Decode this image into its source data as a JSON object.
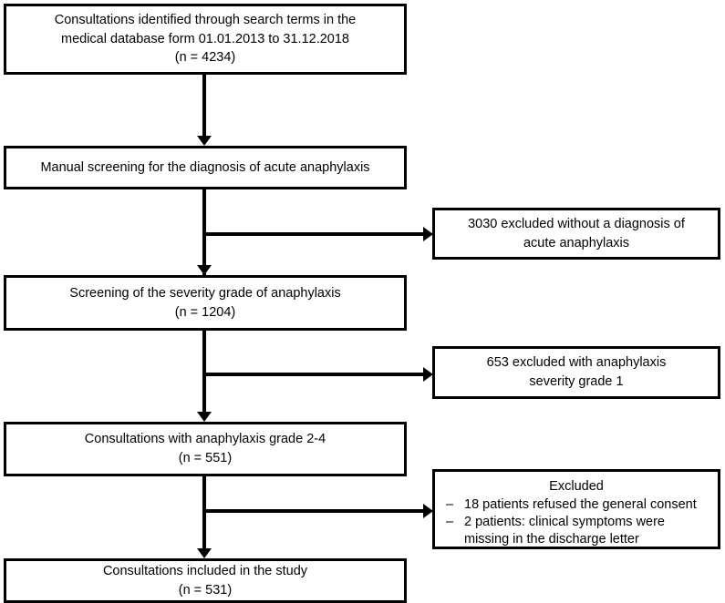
{
  "diagram": {
    "title": "Study participant flow diagram",
    "type": "flowchart",
    "line_color": "#000000",
    "background_color": "#ffffff",
    "main_nodes": [
      {
        "id": "identified",
        "lines": [
          "Consultations identified through search terms in the",
          "medical database form 01.01.2013 to 31.12.2018",
          "(n = 4234)"
        ]
      },
      {
        "id": "manual-screening",
        "lines": [
          "Manual screening for the diagnosis of acute anaphylaxis"
        ]
      },
      {
        "id": "severity-screening",
        "lines": [
          "Screening of the severity grade of anaphylaxis",
          "(n = 1204)"
        ]
      },
      {
        "id": "grade-2-4",
        "lines": [
          "Consultations with anaphylaxis grade 2-4",
          "(n = 551)"
        ]
      },
      {
        "id": "included",
        "lines": [
          "Consultations included in the study",
          "(n = 531)"
        ]
      }
    ],
    "exclusion_nodes": [
      {
        "id": "excluded-no-diagnosis",
        "lines": [
          "3030 excluded without a diagnosis of",
          "acute anaphylaxis"
        ]
      },
      {
        "id": "excluded-grade-1",
        "lines": [
          "653 excluded with anaphylaxis",
          "severity grade 1"
        ]
      }
    ],
    "excluded_detail": {
      "id": "excluded-other",
      "title": "Excluded",
      "bullet_marker": "–",
      "items": [
        {
          "main": "18 patients refused the general consent",
          "sub": ""
        },
        {
          "main": "2 patients: clinical symptoms were",
          "sub": "missing in the discharge letter"
        }
      ]
    }
  }
}
